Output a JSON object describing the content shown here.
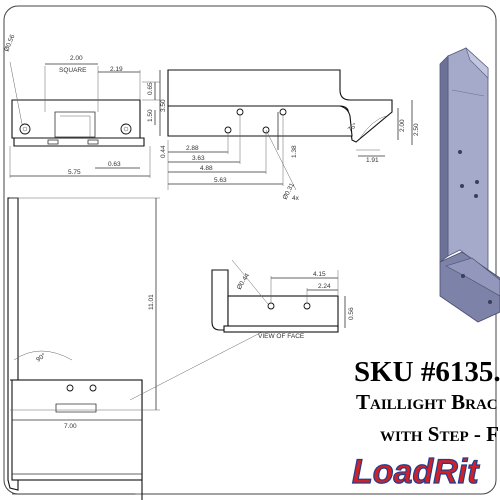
{
  "dimensions": {
    "dia_056": "Ø0.56",
    "d200": "2.00",
    "square": "SQUARE",
    "d219": "2.19",
    "d065": "0.65",
    "d350": "3.50",
    "d150": "1.50",
    "d063": "0.63",
    "d575": "5.75",
    "d044": "0.44",
    "d288": "2.88",
    "d363": "3.63",
    "d488": "4.88",
    "d563": "5.63",
    "d138": "1.38",
    "dia_031": "Ø0.31",
    "x4": "4x",
    "d200b": "2.00",
    "d250": "2.50",
    "d191": "1.91",
    "angle75": "75°",
    "d1101": "11.01",
    "angle90": "90°",
    "d700": "7.00",
    "dia_044": "Ø0.44",
    "d415": "4.15",
    "d224": "2.24",
    "d056": "0.56"
  },
  "labels": {
    "view_of_face": "VIEW OF FACE"
  },
  "title_block": {
    "sku": "SKU #6135.",
    "line2": "Taillight Brac",
    "line3": "with Step - F",
    "brand": "LoadRit"
  },
  "colors": {
    "brand_red": "#d0202a",
    "brand_blue": "#1f3e8c",
    "metal_light": "#9ea3c4",
    "metal_dark": "#5d6288"
  }
}
